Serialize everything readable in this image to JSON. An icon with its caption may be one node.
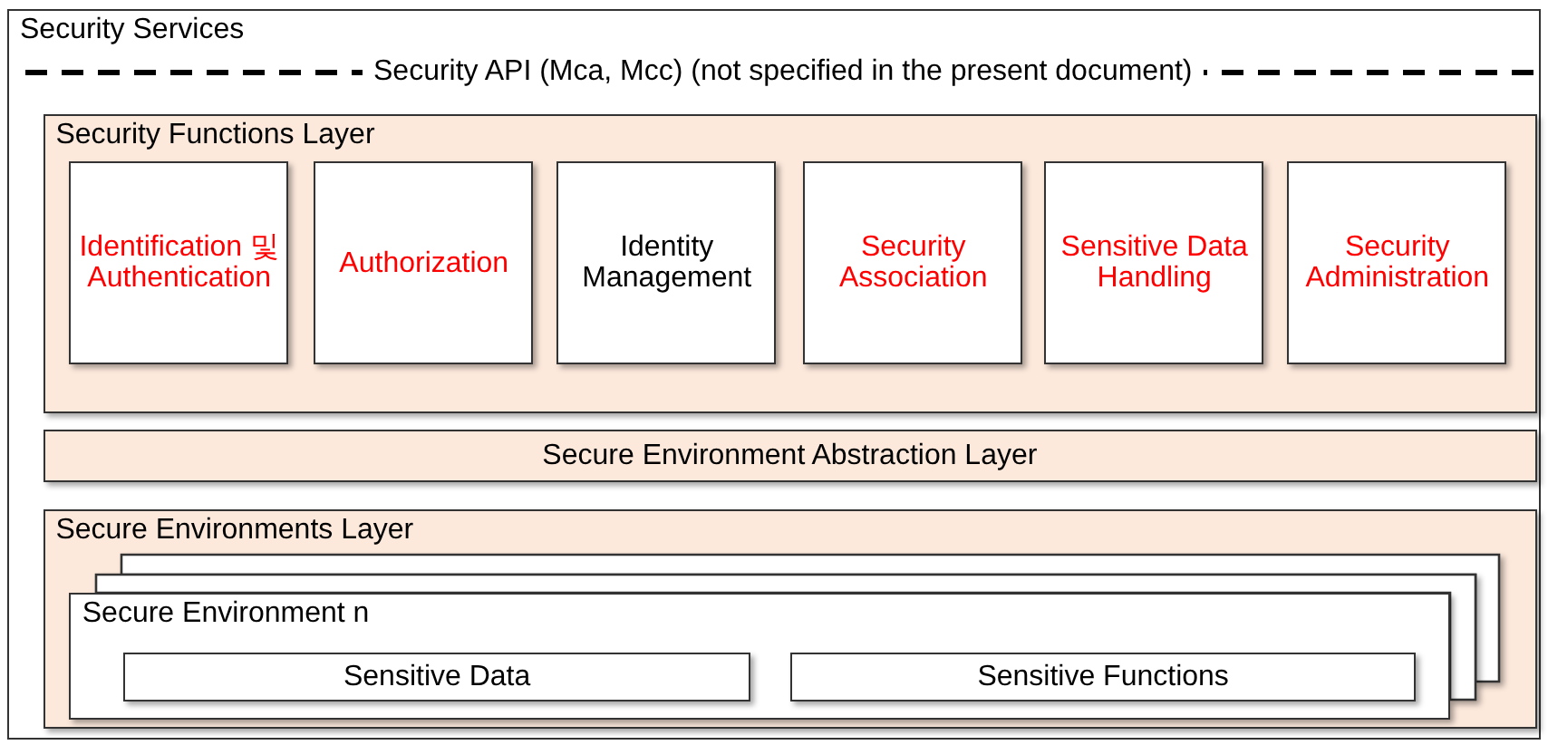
{
  "diagram": {
    "nodes": [
      {
        "text": [
          "Security Services"
        ]
      },
      {
        "text": [
          "Security Functions Layer"
        ],
        "in": 0
      },
      {
        "text": [
          "Identification 및 Authentication"
        ],
        "in": 1
      },
      {
        "text": [
          "Authorization"
        ],
        "in": 1
      },
      {
        "text": [
          "Identity Management"
        ],
        "in": 1
      },
      {
        "text": [
          "Security Association"
        ],
        "in": 1
      },
      {
        "text": [
          "Sensitive Data Handling"
        ],
        "in": 1
      },
      {
        "text": [
          "Security Administration"
        ],
        "in": 1
      },
      {
        "text": [
          "Secure Environment Abstraction Layer"
        ],
        "in": 0
      },
      {
        "text": [
          "Secure Environments Layer"
        ],
        "in": 0
      },
      {
        "text": [],
        "shape": "box",
        "in": 9
      },
      {
        "text": [],
        "shape": "box",
        "in": 9
      },
      {
        "text": [
          "Secure Environment n"
        ],
        "in": 9
      },
      {
        "text": [
          "Sensitive Data"
        ],
        "in": 12
      },
      {
        "text": [
          "Sensitive Functions"
        ],
        "in": 12
      }
    ],
    "labels": [
      "Security API (Mca, Mcc) (not specified in the present document)"
    ]
  }
}
